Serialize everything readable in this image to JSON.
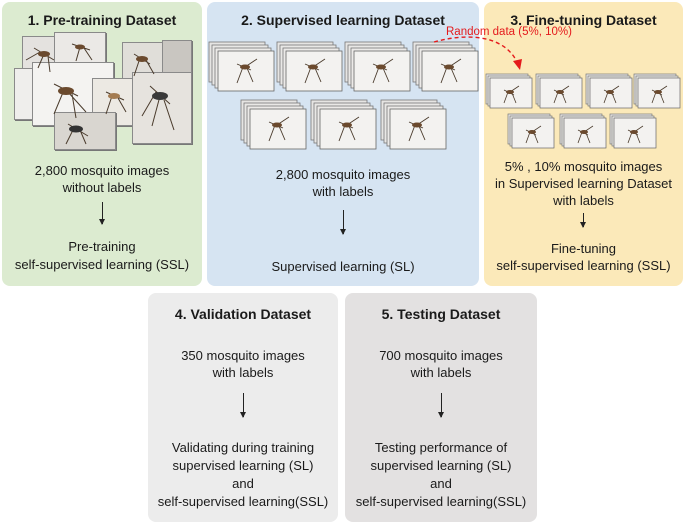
{
  "pretraining": {
    "title": "1. Pre-training Dataset",
    "count_line1": "2,800 mosquito images",
    "count_line2": "without labels",
    "method_line1": "Pre-training",
    "method_line2": "self-supervised learning (SSL)"
  },
  "supervised": {
    "title": "2. Supervised learning Dataset",
    "count_line1": "2,800 mosquito images",
    "count_line2": "with labels",
    "method_line1": "Supervised learning (SL)"
  },
  "finetuning": {
    "title": "3. Fine-tuning Dataset",
    "random_label": "Random data (5%, 10%)",
    "count_line1": "5% , 10% mosquito images",
    "count_line2": "in Supervised learning Dataset",
    "count_line3": "with labels",
    "method_line1": "Fine-tuning",
    "method_line2": "self-supervised learning (SSL)"
  },
  "validation": {
    "title": "4. Validation Dataset",
    "count_line1": "350 mosquito images",
    "count_line2": "with labels",
    "method_line1": "Validating during training",
    "method_line2": "supervised learning (SL)",
    "method_line3": "and",
    "method_line4": "self-supervised learning(SSL)"
  },
  "testing": {
    "title": "5. Testing Dataset",
    "count_line1": "700 mosquito images",
    "count_line2": "with labels",
    "method_line1": "Testing performance of",
    "method_line2": "supervised learning (SL)",
    "method_line3": "and",
    "method_line4": "self-supervised learning(SSL)"
  },
  "colors": {
    "pretraining_bg": "#dcebd0",
    "supervised_bg": "#d6e4f2",
    "finetuning_bg": "#fbe9b9",
    "validation_bg": "#ececec",
    "testing_bg": "#e3e1e1",
    "random_arrow": "#e41a1c"
  }
}
